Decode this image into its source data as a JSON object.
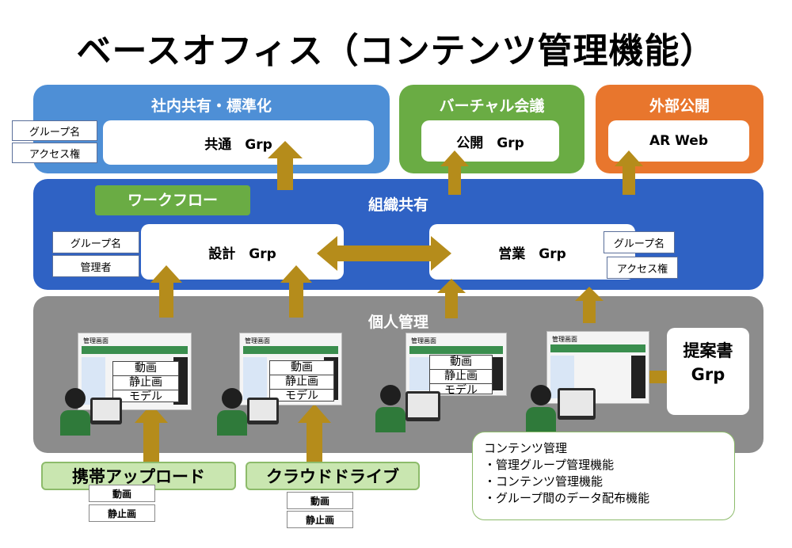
{
  "title": "ベースオフィス（コンテンツ管理機能）",
  "top_panels": {
    "internal": {
      "title": "社内共有・標準化",
      "box": "共通　Grp",
      "tags": [
        "グループ名",
        "アクセス権"
      ],
      "color": "#4e8fd6"
    },
    "virtual": {
      "title": "バーチャル会議",
      "box": "公開　Grp",
      "color": "#6aac44"
    },
    "external": {
      "title": "外部公開",
      "box": "AR Web",
      "color": "#e8762d"
    }
  },
  "org": {
    "title": "組織共有",
    "workflow": "ワークフロー",
    "design_box": "設計　Grp",
    "design_tags": [
      "グループ名",
      "管理者"
    ],
    "sales_box": "営業　Grp",
    "sales_tags": [
      "グループ名",
      "アクセス権"
    ],
    "color": "#2f62c4"
  },
  "personal": {
    "title": "個人管理",
    "screens": [
      {
        "header": "管理画面",
        "menu": [
          "動画",
          "静止画",
          "モデル"
        ]
      },
      {
        "header": "管理画面",
        "menu": [
          "動画",
          "静止画",
          "モデル"
        ]
      },
      {
        "header": "管理画面",
        "menu": [
          "動画",
          "静止画",
          "モデル"
        ]
      },
      {
        "header": "管理画面"
      }
    ],
    "proposal_box": "提案書\nGrp",
    "color": "#8c8c8c"
  },
  "sources": {
    "mobile": {
      "label": "携帯アップロード",
      "items": [
        "動画",
        "静止画"
      ]
    },
    "cloud": {
      "label": "クラウドドライブ",
      "items": [
        "動画",
        "静止画"
      ]
    }
  },
  "content_management": {
    "heading": "コンテンツ管理",
    "items": [
      "・管理グループ管理機能",
      "・コンテンツ管理機能",
      "・グループ間のデータ配布機能"
    ]
  }
}
